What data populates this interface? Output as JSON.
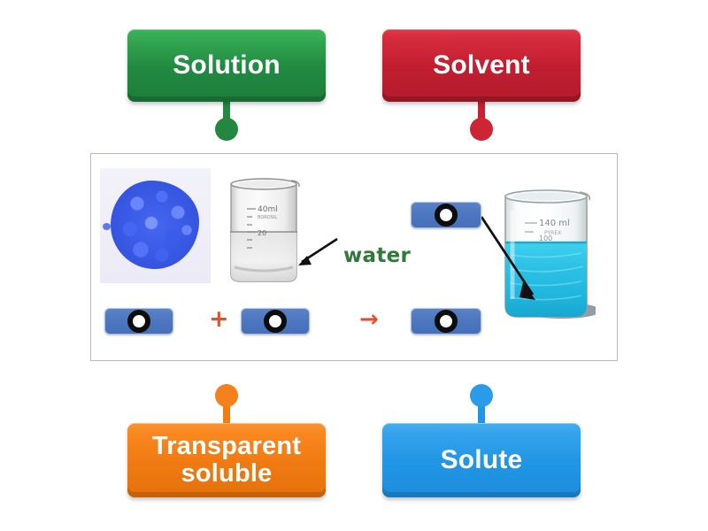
{
  "diagram": {
    "title_alt": "Solution, solvent and solute labelling activity",
    "background_color": "#ffffff"
  },
  "labels": [
    {
      "id": "solution",
      "text": "Solution",
      "color": "#218a41",
      "position": "top-left",
      "connector": "dot-below"
    },
    {
      "id": "solvent",
      "text": "Solvent",
      "color": "#c11f31",
      "position": "top-right",
      "connector": "dot-below"
    },
    {
      "id": "transparent-soluble",
      "text": "Transparent soluble",
      "line1": "Transparent",
      "line2": "soluble",
      "color": "#f07b12",
      "position": "bottom-left",
      "connector": "dot-above"
    },
    {
      "id": "solute",
      "text": "Solute",
      "color": "#2196e4",
      "position": "bottom-right",
      "connector": "dot-above"
    }
  ],
  "image_panel": {
    "border_color": "#b9b9b9",
    "background_color": "#ffffff",
    "annotations": {
      "water_label": "water",
      "water_label_color": "#2f7a3a",
      "plus_symbol": "+",
      "arrow_symbol": "→",
      "operator_color": "#e2512b"
    },
    "objects": [
      {
        "name": "blue-crystals",
        "description": "blue copper sulfate crystals"
      },
      {
        "name": "clear-beaker",
        "description": "beaker of clear water",
        "marking": "40ml"
      },
      {
        "name": "blue-solution-beaker",
        "description": "beaker of blue solution",
        "marking": "140 ml"
      }
    ],
    "dropzones": [
      {
        "id": "dz-solute",
        "marker": "target-ring"
      },
      {
        "id": "dz-solvent",
        "marker": "target-ring"
      },
      {
        "id": "dz-solution",
        "marker": "target-ring"
      },
      {
        "id": "dz-transparent",
        "marker": "target-ring"
      }
    ],
    "dropzone_color": "#4d77c0"
  }
}
